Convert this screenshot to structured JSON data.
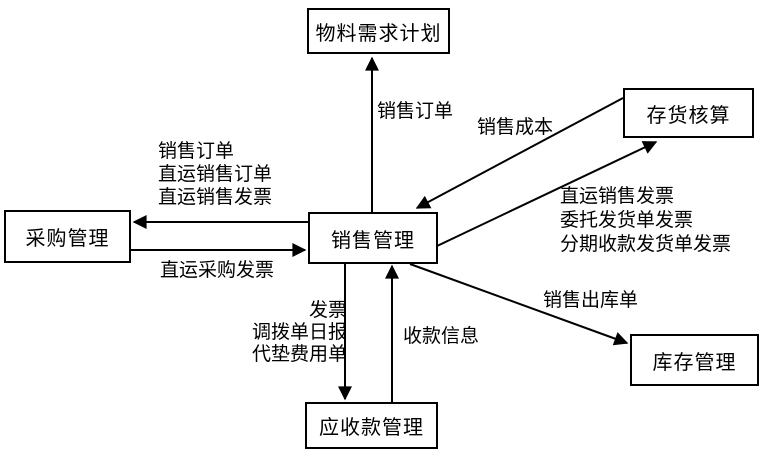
{
  "diagram": {
    "nodes": {
      "mrp": {
        "label": "物料需求计划"
      },
      "inventory_accounting": {
        "label": "存货核算"
      },
      "purchase": {
        "label": "采购管理"
      },
      "sales": {
        "label": "销售管理"
      },
      "warehouse": {
        "label": "库存管理"
      },
      "receivable": {
        "label": "应收款管理"
      }
    },
    "edges": {
      "sales_to_mrp": {
        "from": "销售管理",
        "to": "物料需求计划",
        "label": "销售订单"
      },
      "invacct_to_sales": {
        "from": "存货核算",
        "to": "销售管理",
        "label": "销售成本"
      },
      "sales_to_purchase": {
        "from": "销售管理",
        "to": "采购管理",
        "label_lines": [
          "销售订单",
          "直运销售订单",
          "直运销售发票"
        ]
      },
      "purchase_to_sales": {
        "from": "采购管理",
        "to": "销售管理",
        "label": "直运采购发票"
      },
      "sales_to_invacct": {
        "from": "销售管理",
        "to": "存货核算",
        "label_lines": [
          "直运销售发票",
          "委托发货单发票",
          "分期收款发货单发票"
        ]
      },
      "sales_to_receivable": {
        "from": "销售管理",
        "to": "应收款管理",
        "label_lines": [
          "发票",
          "调拨单日报",
          "代垫费用单"
        ]
      },
      "receivable_to_sales": {
        "from": "应收款管理",
        "to": "销售管理",
        "label": "收款信息"
      },
      "sales_to_warehouse": {
        "from": "销售管理",
        "to": "库存管理",
        "label": "销售出库单"
      }
    },
    "colors": {
      "line": "#000000",
      "border": "#000000",
      "text": "#000000",
      "background": "#ffffff"
    }
  }
}
